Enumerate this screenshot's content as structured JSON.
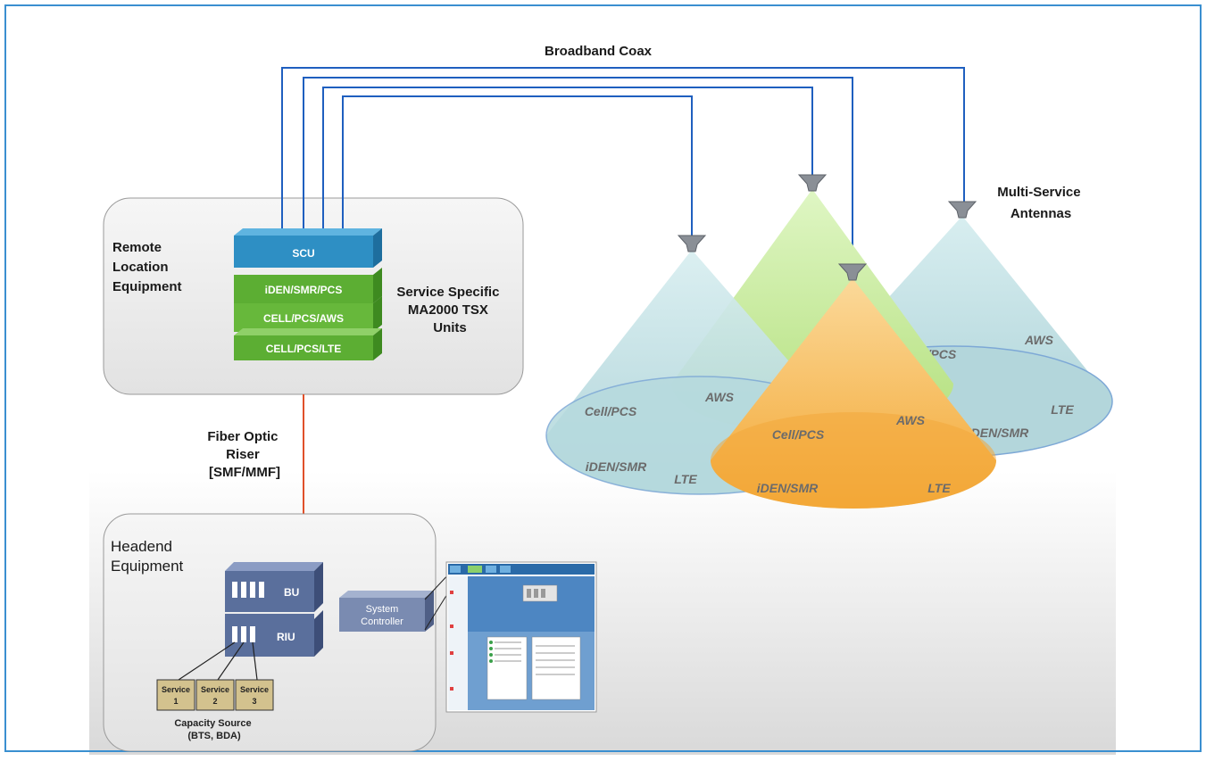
{
  "diagram": {
    "top_label": "Broadband Coax",
    "remote": {
      "title_lines": [
        "Remote",
        "Location",
        "Equipment"
      ],
      "scu_label": "SCU",
      "units": [
        "iDEN/SMR/PCS",
        "CELL/PCS/AWS",
        "CELL/PCS/LTE"
      ],
      "tsx_lines": [
        "Service Specific",
        "MA2000 TSX",
        "Units"
      ]
    },
    "fiber_lines": [
      "Fiber Optic",
      "Riser",
      "[SMF/MMF]"
    ],
    "headend": {
      "title_lines": [
        "Headend",
        "Equipment"
      ],
      "bu_label": "BU",
      "riu_label": "RIU",
      "controller_lines": [
        "System",
        "Controller"
      ],
      "services": [
        {
          "name": "Service",
          "num": "1"
        },
        {
          "name": "Service",
          "num": "2"
        },
        {
          "name": "Service",
          "num": "3"
        }
      ],
      "capacity_lines": [
        "Capacity Source",
        "(BTS, BDA)"
      ]
    },
    "antennas_lines": [
      "Multi-Service",
      "Antennas"
    ],
    "cone_left": [
      "Cell/PCS",
      "AWS",
      "iDEN/SMR",
      "LTE"
    ],
    "cone_front": [
      "Cell/PCS",
      "AWS",
      "iDEN/SMR",
      "LTE"
    ],
    "cone_right": [
      "Cell/PCS",
      "AWS",
      "iDEN/SMR",
      "LTE"
    ],
    "colors": {
      "frame": "#3a8fd0",
      "coax": "#1f5fbf",
      "fiber": "#e0502a",
      "scu": "#2e8fc4",
      "unit": "#5cae33",
      "hw": "#5a6f9c",
      "cone_blue": "#bfe0e4",
      "cone_green": "#c6ec9a",
      "cone_orange": "#f6b449"
    }
  }
}
